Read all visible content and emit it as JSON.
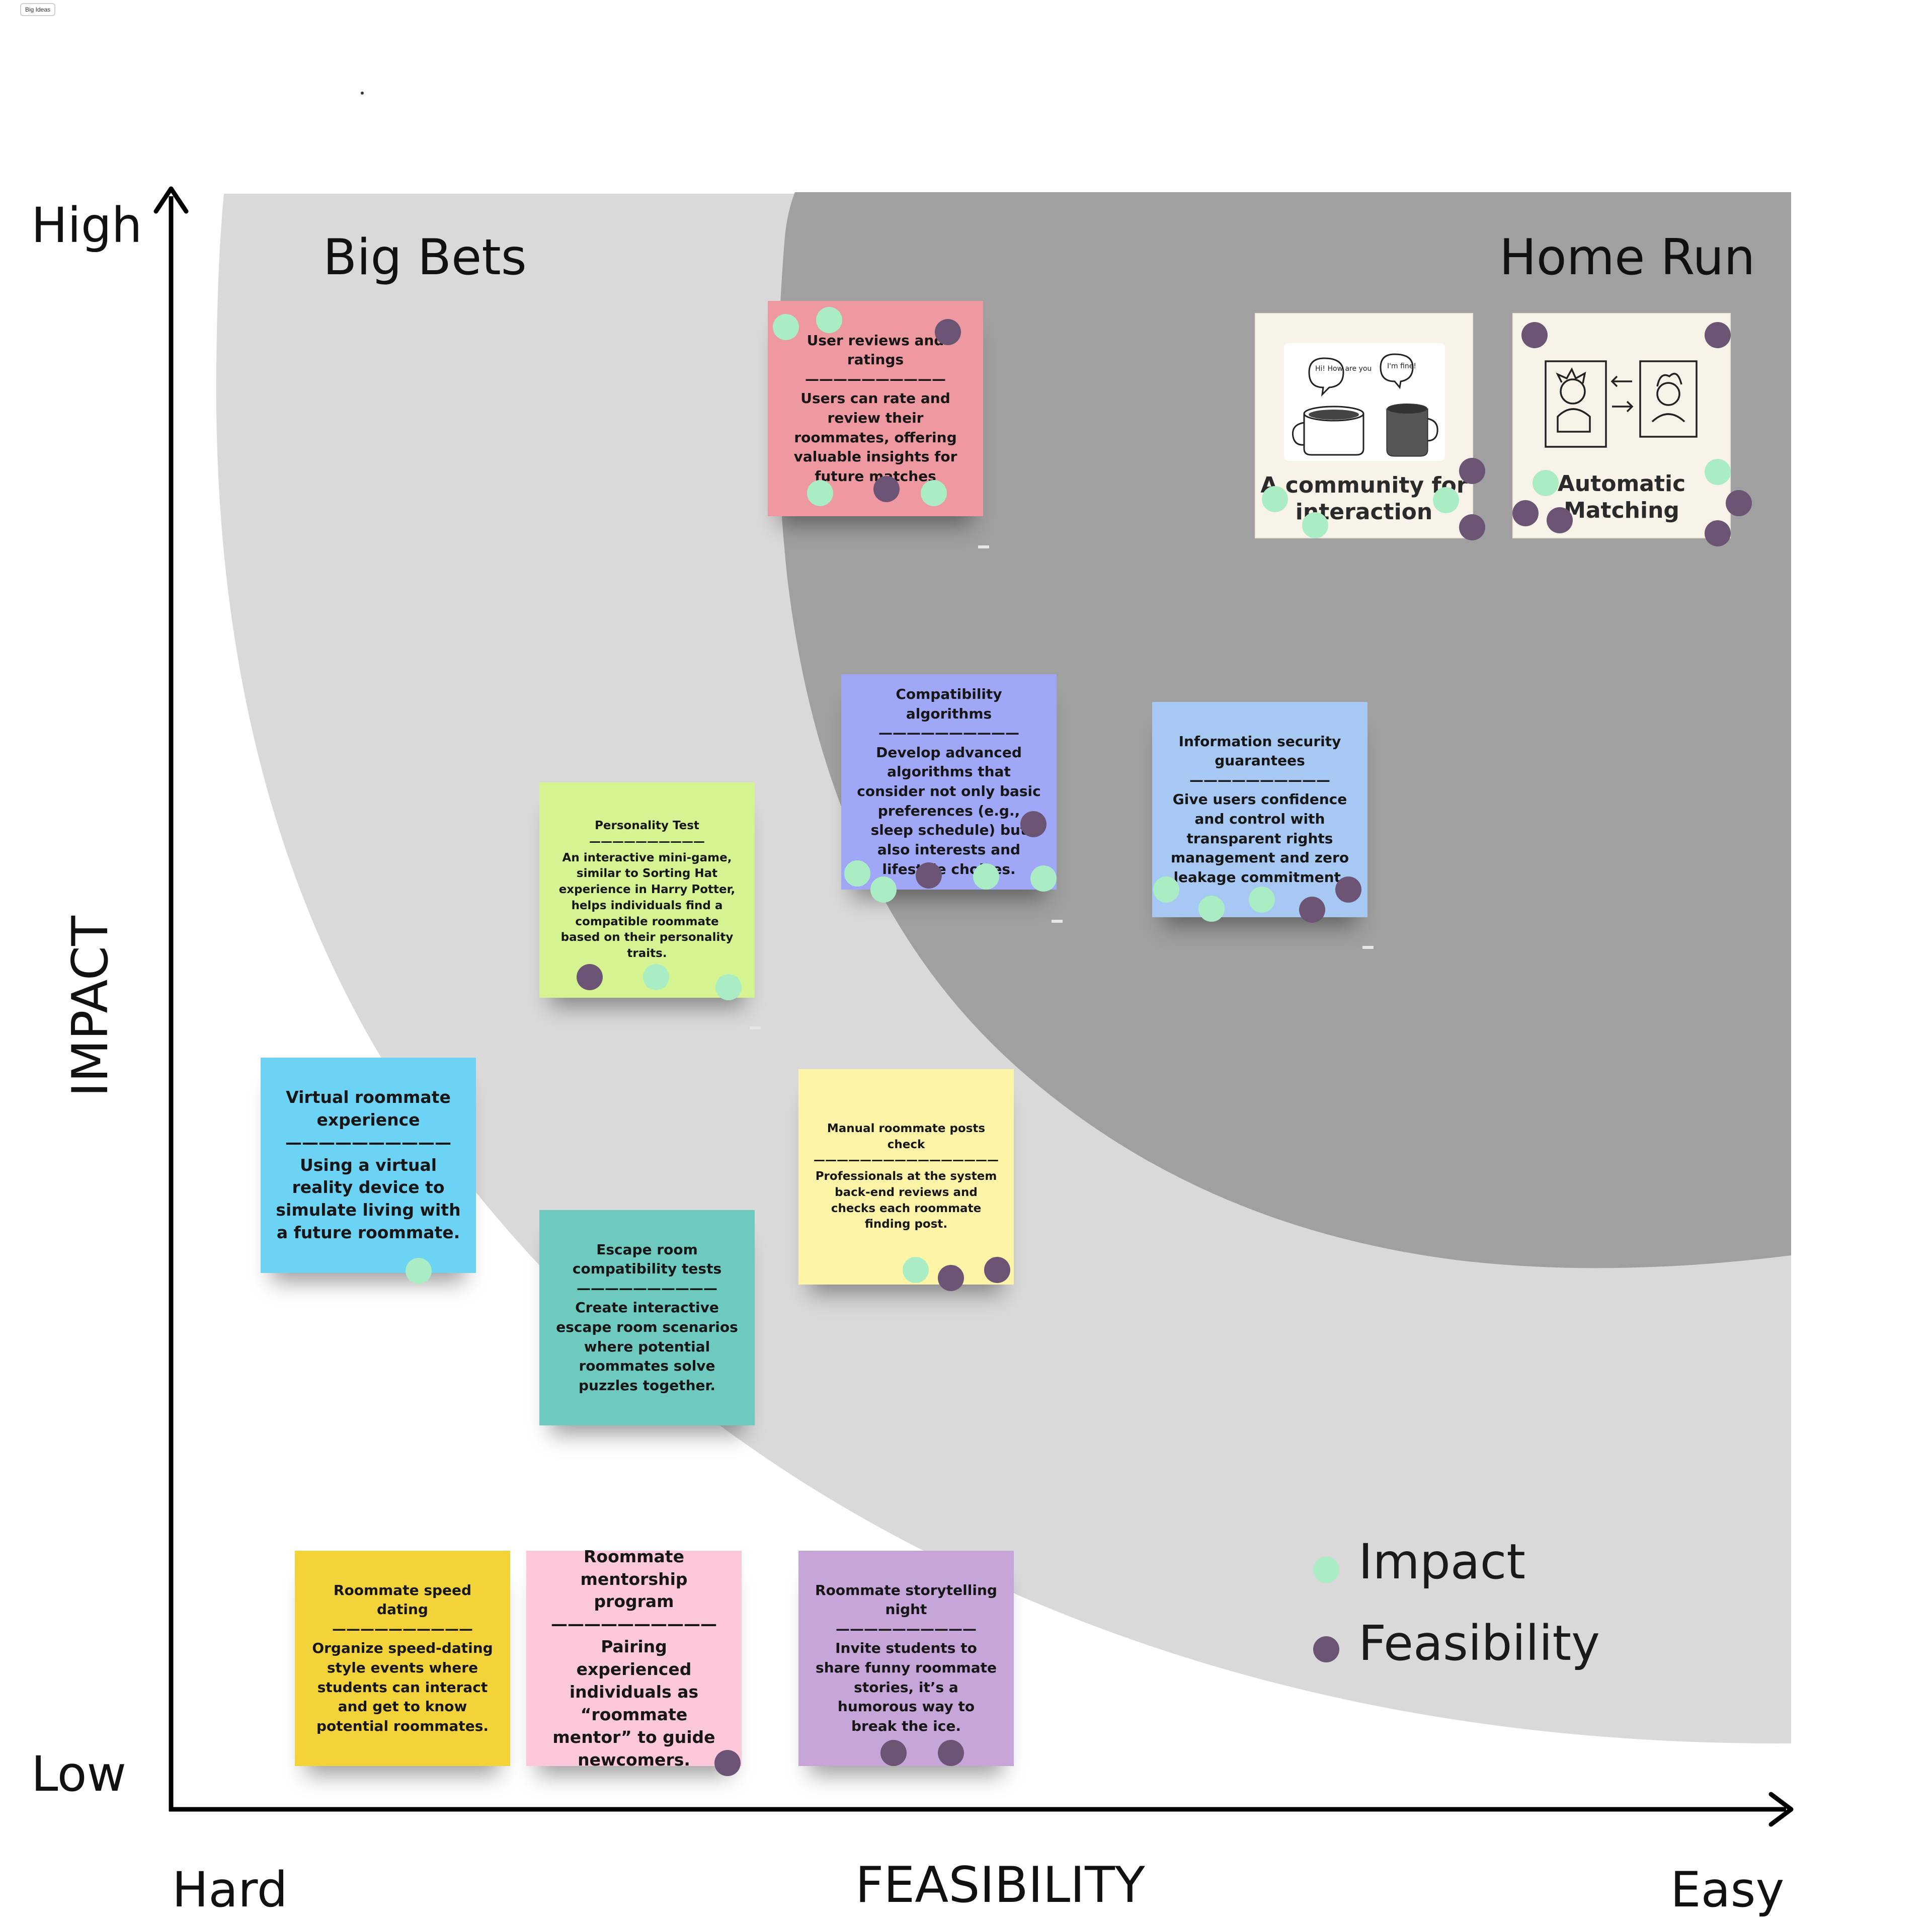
{
  "frame_label": "Big Ideas",
  "axes": {
    "y_title": "IMPACT",
    "y_high": "High",
    "y_low": "Low",
    "x_title": "FEASIBILITY",
    "x_left": "Hard",
    "x_right": "Easy"
  },
  "quadrants": {
    "big_bets": "Big Bets",
    "home_run": "Home Run"
  },
  "legend": {
    "impact": "Impact",
    "feasibility": "Feasibility"
  },
  "colors": {
    "impact_dot": "#aaecc4",
    "feasibility_dot": "#6b5474",
    "light_zone": "#d9d9d9",
    "dark_zone": "#a0a0a0"
  },
  "notes": {
    "user_reviews": {
      "title": "User reviews and ratings",
      "divider": "——————————",
      "body": "Users  can rate and review their roommates, offering valuable insights for future matches",
      "color": "#ee99a1"
    },
    "compat_algo": {
      "title": "Compatibility algorithms",
      "divider": "——————————",
      "body": "Develop advanced algorithms that consider not only basic preferences (e.g., sleep schedule) but also interests and lifestyle choices.",
      "color": "#a1a7f7"
    },
    "info_security": {
      "title": "Information security guarantees",
      "divider": "——————————",
      "body": "Give users confidence and control with transparent rights management and zero leakage commitment.",
      "color": "#a6c8f2"
    },
    "personality": {
      "title": "Personality Test",
      "divider": "——————————",
      "body": "An interactive mini-game, similar to  Sorting Hat experience in Harry Potter, helps individuals find a compatible roommate based on their personality traits.",
      "color": "#d6f392"
    },
    "virtual": {
      "title": "Virtual roommate experience",
      "divider": "——————————",
      "body": "Using a virtual reality device to simulate living with a future roommate.",
      "color": "#6dd3f5"
    },
    "manual_check": {
      "title": "Manual roommate posts check",
      "divider": "————————————————",
      "body": "Professionals at the system back-end reviews and checks each roommate finding post.",
      "color": "#fdf4a8"
    },
    "escape_room": {
      "title": "Escape room compatibility tests",
      "divider": "——————————",
      "body": "Create interactive escape room scenarios where potential roommates solve puzzles together.",
      "color": "#6ec9bf"
    },
    "speed_dating": {
      "title": "Roommate speed dating",
      "divider": "——————————",
      "body": "Organize speed-dating style events where students can interact and get to know potential roommates.",
      "color": "#f3d33a"
    },
    "mentorship": {
      "title": "Roommate mentorship program",
      "divider": "——————————",
      "body": "Pairing experienced individuals as “roommate mentor” to guide newcomers.",
      "color": "#fcc8da"
    },
    "storytelling": {
      "title": "Roommate storytelling night",
      "divider": "——————————",
      "body": "Invite students to share funny roommate stories, it’s a humorous way to break the ice.",
      "color": "#c6a5d8"
    }
  },
  "cards": {
    "community": {
      "title": "A community for interaction",
      "bubble_left": "Hi! How are you",
      "bubble_right": "I'm fine!"
    },
    "matching": {
      "title": "Automatic Matching"
    }
  }
}
